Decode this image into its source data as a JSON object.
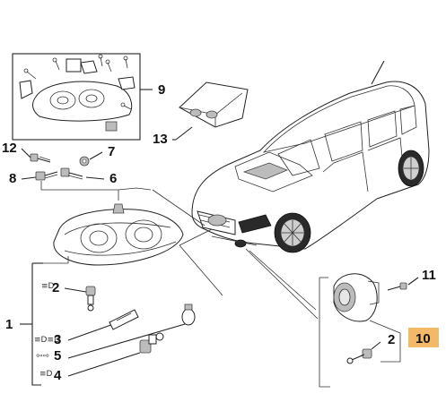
{
  "labels": {
    "l1": "1",
    "l2a": "2",
    "l2b": "2",
    "l3": "3",
    "l4": "4",
    "l5": "5",
    "l6": "6",
    "l7": "7",
    "l8": "8",
    "l9": "9",
    "l10": "10",
    "l11": "11",
    "l12": "12",
    "l13": "13"
  },
  "colors": {
    "highlight": "#f4b968",
    "line": "#222222"
  },
  "icons": {
    "sidelight": "sidelight-symbol-icon",
    "dipped_beam": "dipped-beam-symbol-icon",
    "turn_signal": "turn-signal-symbol-icon",
    "main_beam": "main-beam-symbol-icon"
  }
}
